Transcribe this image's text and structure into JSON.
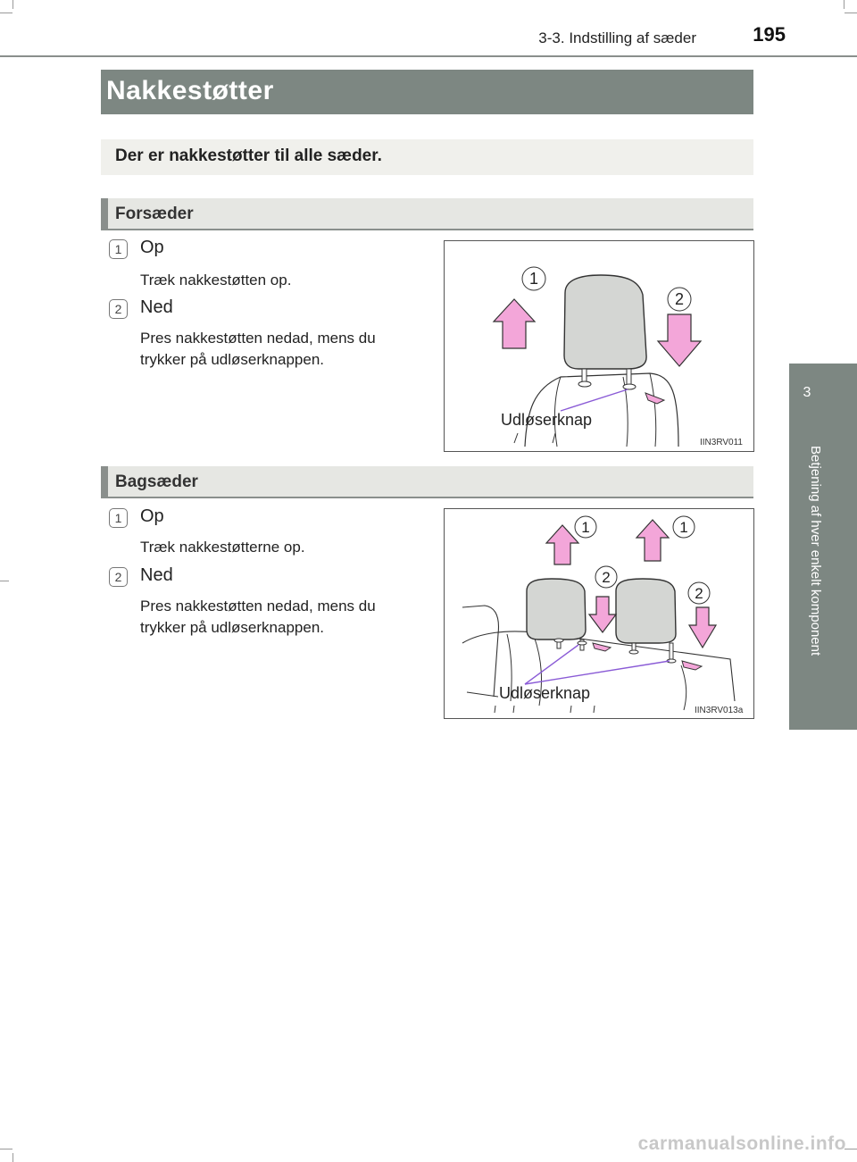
{
  "header": {
    "running_head": "3-3. Indstilling af sæder",
    "page_number": "195"
  },
  "side_tab": {
    "chapter": "3",
    "label": "Betjening af hver enkelt komponent"
  },
  "title": "Nakkestøtter",
  "intro": "Der er nakkestøtter til alle sæder.",
  "sections": [
    {
      "heading": "Forsæder",
      "steps": [
        {
          "num": "1",
          "title": "Op",
          "desc": "Træk nakkestøtten op."
        },
        {
          "num": "2",
          "title": "Ned",
          "desc_lines": [
            "Pres nakkestøtten nedad, mens du",
            "trykker på udløserknappen."
          ]
        }
      ],
      "figure": {
        "label": "Udløserknap",
        "code": "IIN3RV011",
        "callouts": [
          "1",
          "2"
        ]
      }
    },
    {
      "heading": "Bagsæder",
      "steps": [
        {
          "num": "1",
          "title": "Op",
          "desc": "Træk nakkestøtterne op."
        },
        {
          "num": "2",
          "title": "Ned",
          "desc_lines": [
            "Pres nakkestøtten nedad, mens du",
            "trykker på udløserknappen."
          ]
        }
      ],
      "figure": {
        "label": "Udløserknap",
        "code": "IIN3RV013a",
        "callouts": [
          "1",
          "1",
          "2",
          "2"
        ]
      }
    }
  ],
  "watermark": "carmanualsonline.info",
  "colors": {
    "section_gray": "#7d8782",
    "arrow_pink": "#f3a6d9",
    "label_line": "#8a5bd6"
  }
}
